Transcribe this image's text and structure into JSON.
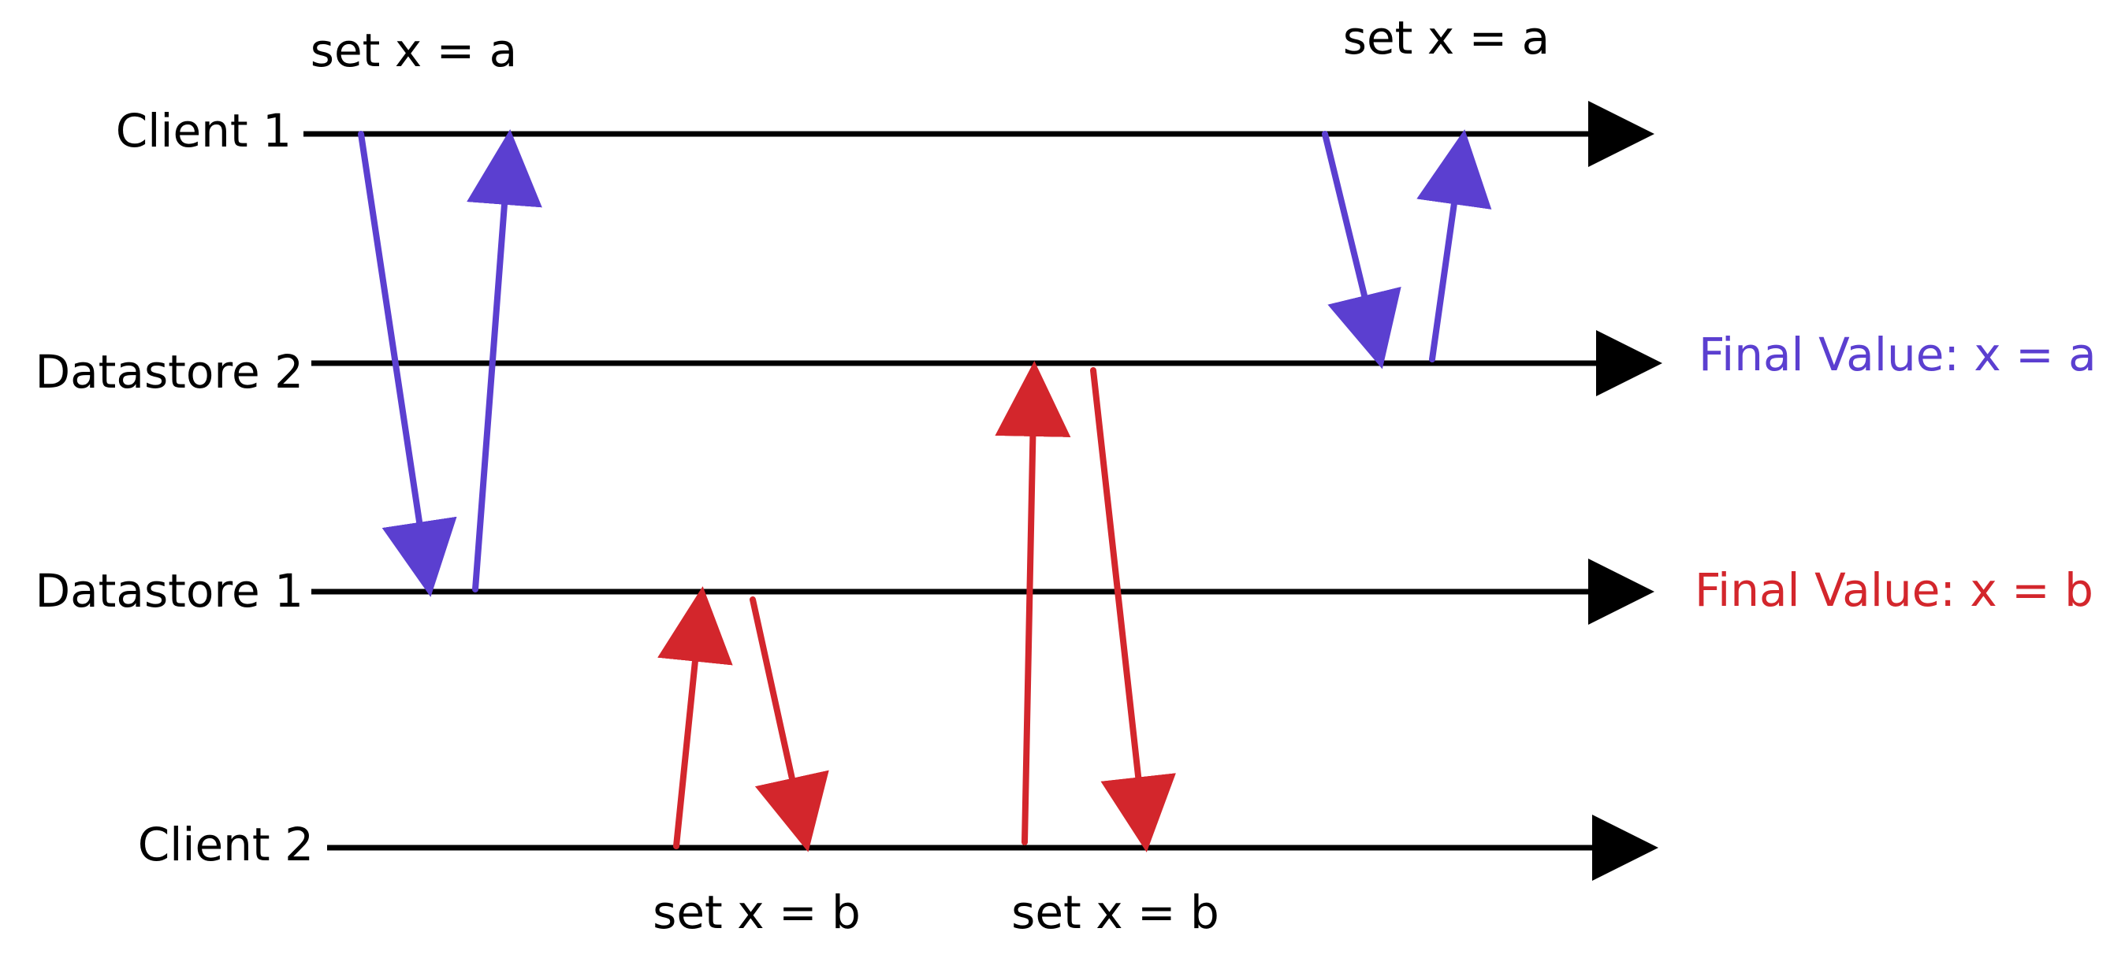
{
  "diagram": {
    "timelines": [
      {
        "id": "client1",
        "label": "Client 1"
      },
      {
        "id": "datastore2",
        "label": "Datastore 2"
      },
      {
        "id": "datastore1",
        "label": "Datastore 1"
      },
      {
        "id": "client2",
        "label": "Client 2"
      }
    ],
    "operations": {
      "client1_first": "set x = a",
      "client1_second": "set x = a",
      "client2_first": "set x = b",
      "client2_second": "set x = b"
    },
    "results": {
      "datastore2": "Final Value: x = a",
      "datastore1": "Final Value: x = b"
    },
    "colors": {
      "timeline": "#000000",
      "client1_messages": "#5b3fd0",
      "client2_messages": "#d3262c"
    }
  }
}
